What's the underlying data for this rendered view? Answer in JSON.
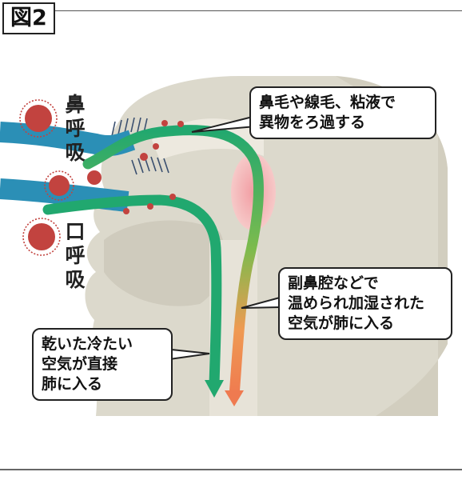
{
  "figure_label": "図2",
  "labels": {
    "nose_breathing": [
      "鼻",
      "呼",
      "吸"
    ],
    "mouth_breathing": [
      "口",
      "呼",
      "吸"
    ]
  },
  "callouts": {
    "filter": "鼻毛や線毛、粘液で\n異物をろ過する",
    "humidify": "副鼻腔などで\n温められ加湿された\n空気が肺に入る",
    "dry_cold": "乾いた冷たい\n空気が直接\n肺に入る"
  },
  "colors": {
    "airway_blue": "#2b8fb6",
    "nose_path_green": "#21a86f",
    "warm_path_orange": "#ef8050",
    "head_silhouette": "#dcd9cc",
    "virus_red": "#c2433f",
    "pink_tissue": "#f2b3b5"
  }
}
